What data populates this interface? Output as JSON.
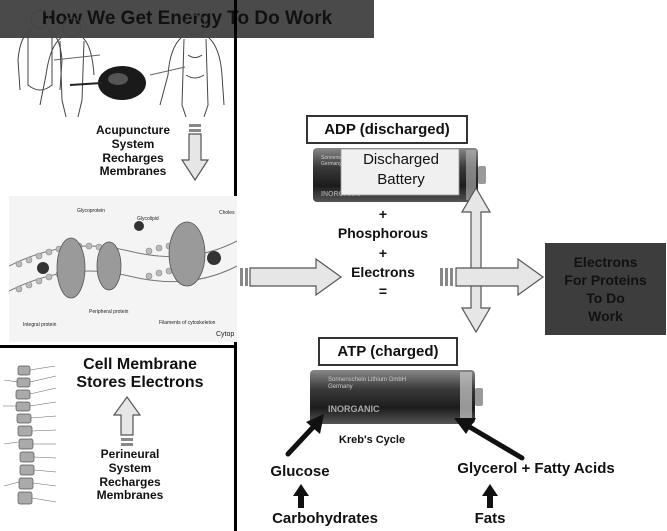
{
  "title": "How We Get Energy To Do Work",
  "left_panel": {
    "acupuncture_lines": [
      "Acupuncture",
      "System",
      "Recharges",
      "Membranes"
    ],
    "membrane_caption_lines": [
      "Cell Membrane",
      "Stores Electrons"
    ],
    "perineural_lines": [
      "Perineural",
      "System",
      "Recharges",
      "Membranes"
    ],
    "membrane_labels": {
      "glycoprotein": "Glycoprotein",
      "glycolipid": "Glycolipid",
      "cholesterol": "Choles",
      "integral": "Integral protein",
      "peripheral": "Peripheral protein",
      "filaments": "Filaments of cytoskeleton",
      "cyto": "Cytop"
    }
  },
  "center": {
    "adp_label": "ADP (discharged)",
    "discharged_battery_lines": [
      "Discharged",
      "Battery"
    ],
    "battery_brand_lines": [
      "Sonnenschein",
      "Germany"
    ],
    "battery_brand_bottom": "INORGANIC",
    "equation_lines": [
      "+",
      "Phosphorous",
      "+",
      "Electrons",
      "="
    ],
    "atp_label": "ATP (charged)",
    "atp_brand_lines": [
      "Sonnenschein Lithium GmbH",
      "Germany"
    ],
    "atp_brand_bottom": "INORGANIC",
    "krebs": "Kreb's Cycle",
    "glucose": "Glucose",
    "glycerol": "Glycerol + Fatty Acids",
    "carbohydrates": "Carbohydrates",
    "fats": "Fats"
  },
  "right_box_lines": [
    "Electrons",
    "For Proteins",
    "To Do",
    "Work"
  ],
  "colors": {
    "title_bg": "#4a4a4a",
    "dark_box_bg": "#3d3d3d",
    "arrow_fill": "#e6e6e6",
    "arrow_stroke": "#555555"
  }
}
